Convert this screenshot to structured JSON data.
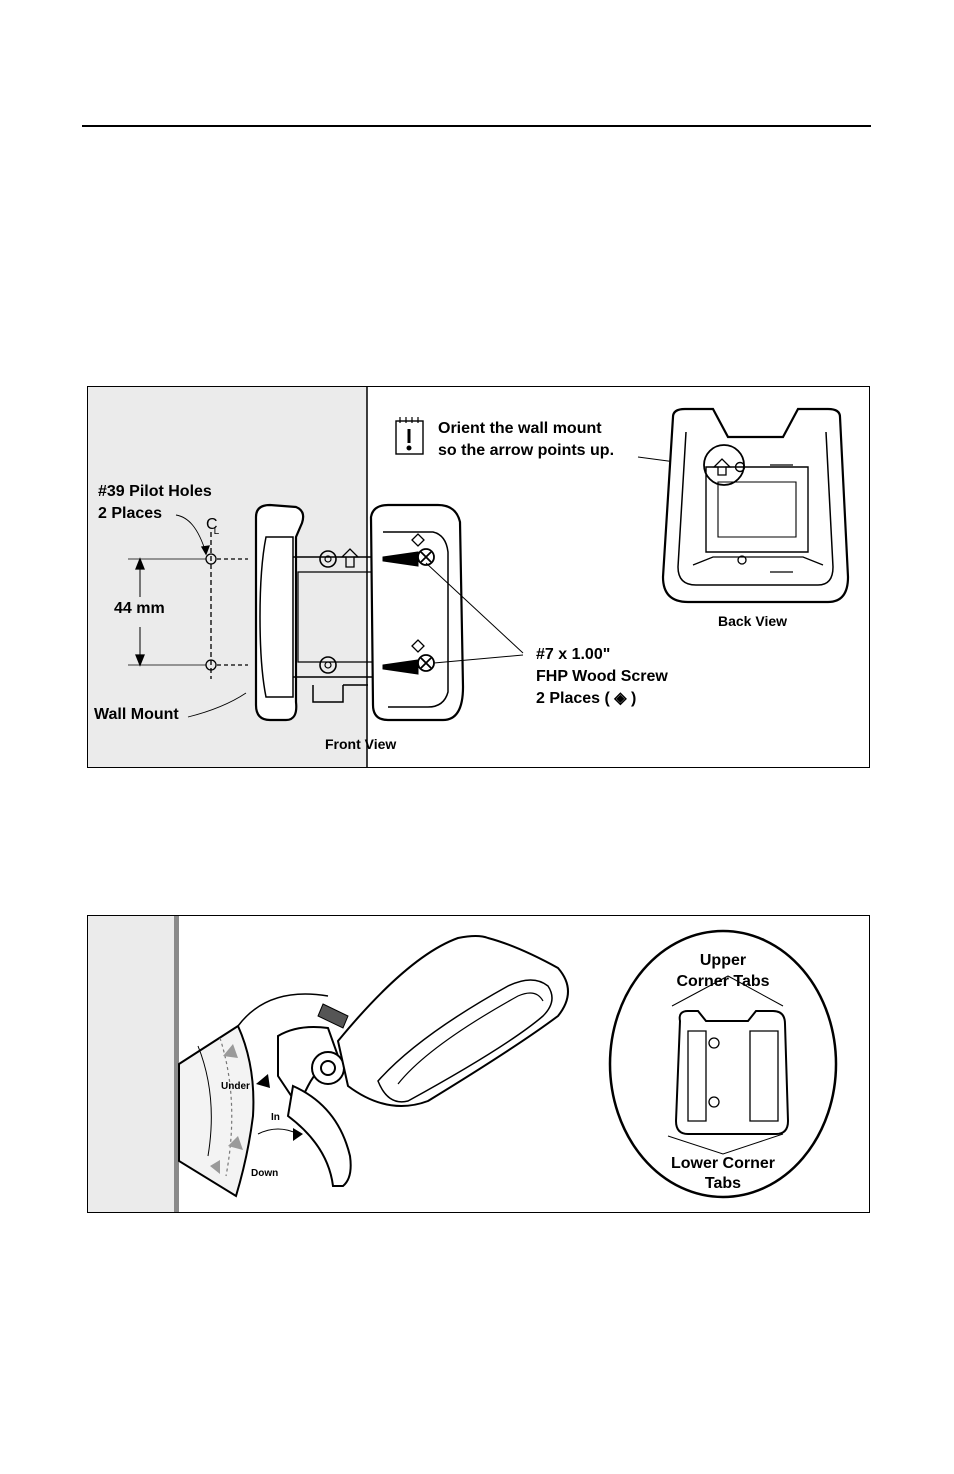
{
  "figure1": {
    "note_line1": "Orient the wall mount",
    "note_line2": "so the arrow points up.",
    "pilot_line1": "#39 Pilot Holes",
    "pilot_line2": "2 Places",
    "centerline_mark": "C",
    "centerline_sub": "L",
    "dimension": "44 mm",
    "wall_mount": "Wall Mount",
    "front_view": "Front View",
    "back_view": "Back View",
    "screw_line1": "#7 x 1.00\"",
    "screw_line2": "FHP Wood Screw",
    "screw_line3": "2 Places ( ◈ )",
    "note_icon": "caution-note-icon"
  },
  "figure2": {
    "upper_line1": "Upper",
    "upper_line2": "Corner Tabs",
    "lower_line1": "Lower Corner",
    "lower_line2": "Tabs",
    "step_under": "Under",
    "step_in": "In",
    "step_down": "Down"
  },
  "colors": {
    "wall": "#ebebeb",
    "line": "#000000",
    "arrow_gray": "#9a9a9a"
  }
}
